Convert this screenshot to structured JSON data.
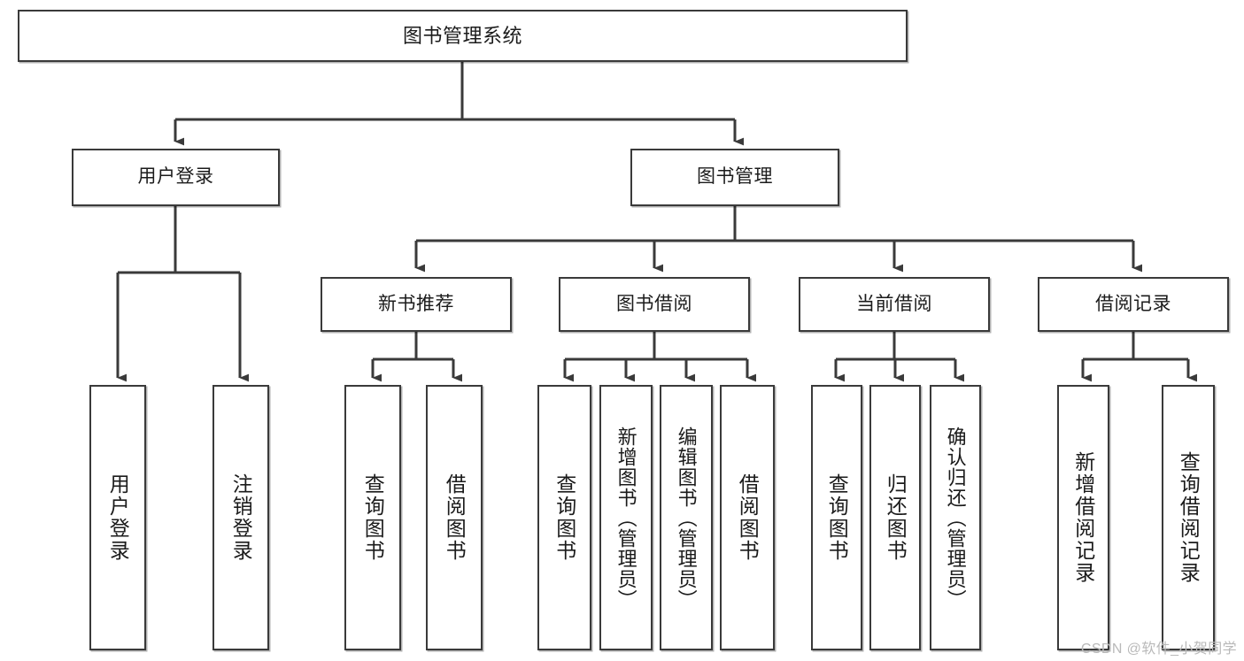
{
  "diagram": {
    "type": "tree",
    "title": "图书管理系统",
    "watermark": "CSDN @软件_小贺同学",
    "colors": {
      "box_border": "#3a3a3a",
      "box_fill": "#ffffff",
      "connector": "#3a3a3a",
      "text": "#1b1b1b",
      "watermark": "#b9b9b9",
      "background": "#ffffff"
    },
    "nodes": {
      "root": {
        "label": "图书管理系统"
      },
      "level2": [
        {
          "label": "用户登录"
        },
        {
          "label": "图书管理"
        }
      ],
      "level3": [
        {
          "label": "新书推荐"
        },
        {
          "label": "图书借阅"
        },
        {
          "label": "当前借阅"
        },
        {
          "label": "借阅记录"
        }
      ],
      "leaves": {
        "user_login": [
          {
            "label": "用户登录"
          },
          {
            "label": "注销登录"
          }
        ],
        "new_book_recommend": [
          {
            "label": "查询图书"
          },
          {
            "label": "借阅图书"
          }
        ],
        "book_borrow": [
          {
            "label": "查询图书"
          },
          {
            "label": "新增图书（管理员）"
          },
          {
            "label": "编辑图书（管理员）"
          },
          {
            "label": "借阅图书"
          }
        ],
        "current_borrow": [
          {
            "label": "查询图书"
          },
          {
            "label": "归还图书"
          },
          {
            "label": "确认归还（管理员）"
          }
        ],
        "borrow_record": [
          {
            "label": "新增借阅记录"
          },
          {
            "label": "查询借阅记录"
          }
        ]
      }
    }
  }
}
